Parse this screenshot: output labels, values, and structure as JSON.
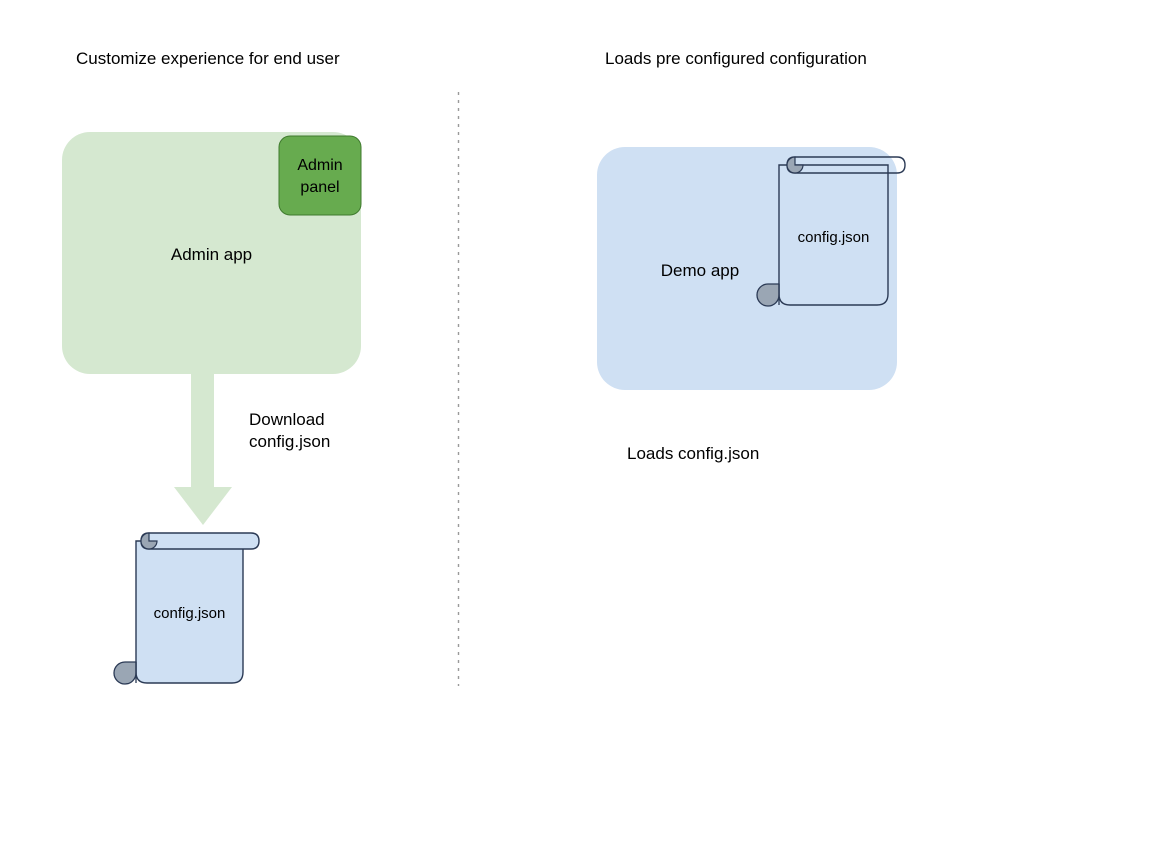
{
  "diagram": {
    "type": "flow-diagram",
    "background": "#ffffff",
    "columns": [
      {
        "id": "left",
        "title": "Customize experience for end user",
        "nodes": [
          {
            "id": "admin-app",
            "label": "Admin app",
            "shape": "rounded-rect",
            "fill": "#d5e8d0",
            "stroke": "none"
          },
          {
            "id": "admin-panel",
            "label": "Admin\npanel",
            "shape": "rounded-rect",
            "fill": "#67ab4f",
            "stroke": "#3f7a2e"
          },
          {
            "id": "config-doc-left",
            "label": "config.json",
            "shape": "document-scroll",
            "fill": "#cfe0f3",
            "stroke": "#2b3a55"
          }
        ],
        "edges": [
          {
            "id": "download-edge",
            "label": "Download\nconfig.json",
            "direction": "down",
            "fill": "#d5e8d0"
          }
        ]
      },
      {
        "id": "right",
        "title": "Loads pre configured configuration",
        "nodes": [
          {
            "id": "demo-app",
            "label": "Demo app",
            "shape": "rounded-rect",
            "fill": "#cfe0f3",
            "stroke": "none"
          },
          {
            "id": "config-doc-right",
            "label": "config.json",
            "shape": "document-scroll",
            "fill": "transparent",
            "stroke": "#2b3a55"
          }
        ],
        "captions": [
          {
            "id": "loads-caption",
            "label": "Loads config.json"
          }
        ]
      }
    ],
    "divider": {
      "id": "column-divider",
      "style": "dotted",
      "color": "#999999"
    }
  },
  "titles": {
    "left": "Customize experience for end user",
    "right": "Loads pre configured configuration"
  },
  "left_column": {
    "admin_app_label": "Admin app",
    "admin_panel_line1": "Admin",
    "admin_panel_line2": "panel",
    "arrow_label_line1": "Download",
    "arrow_label_line2": "config.json",
    "document_label": "config.json"
  },
  "right_column": {
    "demo_app_label": "Demo app",
    "document_label": "config.json",
    "caption": "Loads config.json"
  },
  "colors": {
    "green_fill": "#d5e8d0",
    "green_dark": "#67ab4f",
    "green_dark_stroke": "#3f7a2e",
    "blue_fill": "#cfe0f3",
    "doc_stroke": "#2b3a55",
    "roll_gray": "#9aa6b4",
    "divider": "#9a9a9a",
    "text": "#000000"
  }
}
